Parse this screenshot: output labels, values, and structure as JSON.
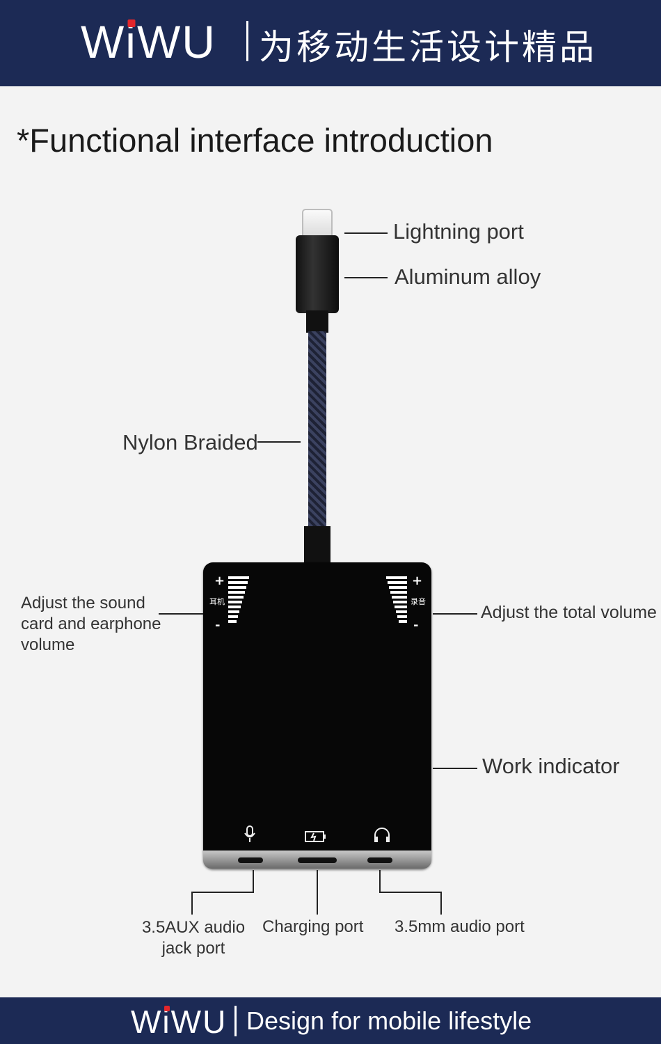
{
  "header": {
    "brand": "WiWU",
    "slogan": "为移动生活设计精品"
  },
  "heading": "*Functional interface introduction",
  "labels": {
    "lightning_port": "Lightning port",
    "aluminum_alloy": "Aluminum alloy",
    "nylon_braided": "Nylon Braided",
    "sound_card_volume": "Adjust the sound card and earphone volume",
    "total_volume": "Adjust the total volume",
    "work_indicator": "Work indicator",
    "aux_port": "3.5AUX audio jack port",
    "charging_port": "Charging port",
    "audio_port_35mm": "3.5mm audio port"
  },
  "device": {
    "left_dial_label": "耳机",
    "right_dial_label": "录音",
    "plus": "+",
    "minus": "-"
  },
  "footer": {
    "brand": "WiWU",
    "slogan": "Design for mobile lifestyle"
  },
  "colors": {
    "band": "#1c2a55",
    "accent": "#e3262b",
    "background": "#f3f3f3"
  }
}
